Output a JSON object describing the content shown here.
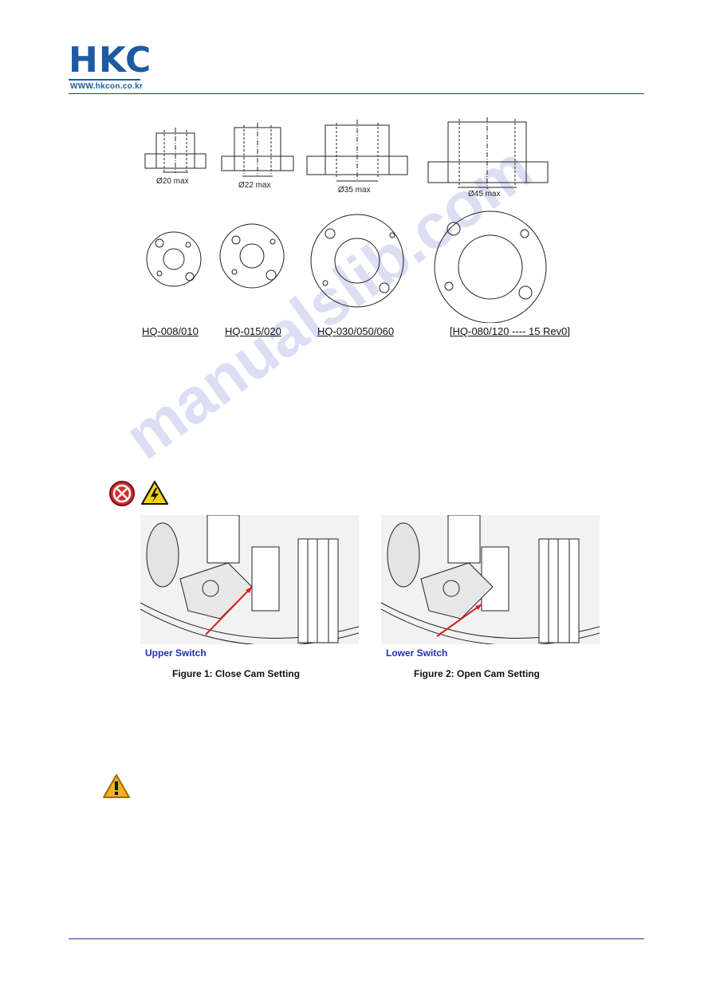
{
  "header": {
    "logo_text": "HKC",
    "logo_url": "WWW.hkcon.co.kr"
  },
  "watermark": "manualslib.com",
  "hubs": [
    {
      "dimension": "Ø20 max",
      "label": "HQ-008/010"
    },
    {
      "dimension": "Ø22 max",
      "label": "HQ-015/020"
    },
    {
      "dimension": "Ø35 max",
      "label": "HQ-030/050/060"
    },
    {
      "dimension": "Ø45 max",
      "label": "[HQ-080/120 ---- 15 Rev0]"
    }
  ],
  "figures": [
    {
      "switch_label": "Upper Switch",
      "caption": "Figure 1: Close Cam Setting"
    },
    {
      "switch_label": "Lower Switch",
      "caption": "Figure 2: Open Cam Setting"
    }
  ],
  "colors": {
    "brand": "#1e5aa0",
    "rule": "#2433a8",
    "switch_label": "#1e2fb0",
    "arrow": "#d42020"
  },
  "icons": [
    "no-entry-icon",
    "high-voltage-icon",
    "caution-icon"
  ]
}
